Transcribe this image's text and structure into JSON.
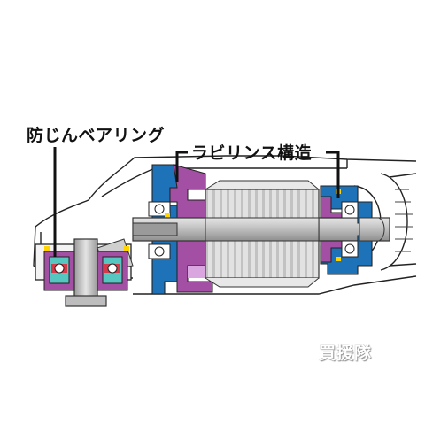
{
  "labels": {
    "dust_proof_bearing": "防じんベアリング",
    "labyrinth_structure": "ラビリンス構造"
  },
  "watermark": "買援隊",
  "colors": {
    "seal_purple": "#a34fa3",
    "seal_purple_light": "#d9a6e0",
    "housing_blue": "#1e72b8",
    "bearing_teal": "#55c6c0",
    "bearing_red": "#d63a4a",
    "accent_yellow": "#ffd400",
    "shaft_gray": "#a8a8a8",
    "rotor_gray": "#d0d0d0",
    "outline": "#222222"
  }
}
